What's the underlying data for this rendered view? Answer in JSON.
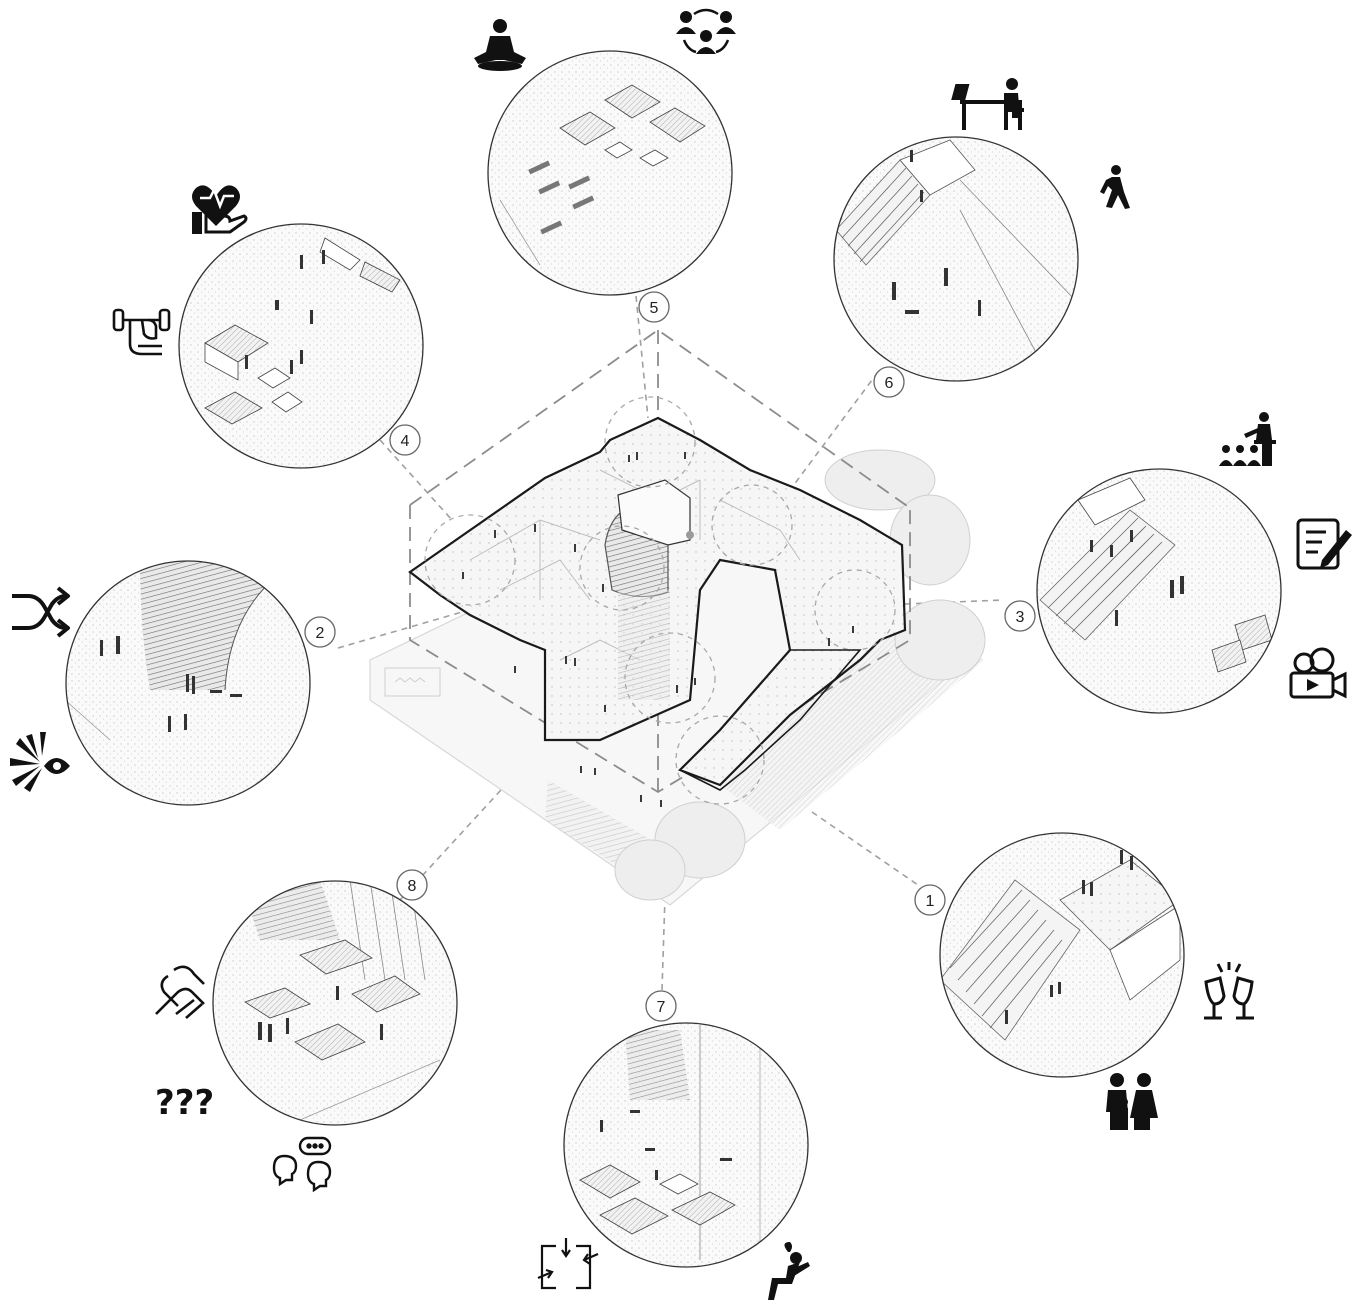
{
  "diagram": {
    "central_plan_label": "",
    "nodes": [
      {
        "id": "1",
        "label": "1",
        "icons": [
          "toast-icon",
          "family-icon"
        ]
      },
      {
        "id": "2",
        "label": "2",
        "icons": [
          "shuffle-icon",
          "look-icon"
        ]
      },
      {
        "id": "3",
        "label": "3",
        "icons": [
          "presentation-icon",
          "write-icon",
          "video-icon"
        ]
      },
      {
        "id": "4",
        "label": "4",
        "icons": [
          "health-care-icon",
          "fitness-icon"
        ]
      },
      {
        "id": "5",
        "label": "5",
        "icons": [
          "meditation-icon",
          "community-icon"
        ]
      },
      {
        "id": "6",
        "label": "6",
        "icons": [
          "desk-work-icon",
          "walking-icon"
        ]
      },
      {
        "id": "7",
        "label": "7",
        "icons": [
          "flow-icon",
          "relax-icon"
        ]
      },
      {
        "id": "8",
        "label": "8",
        "icons": [
          "handshake-icon",
          "questions-icon",
          "conversation-icon"
        ]
      }
    ],
    "questions_text": "???",
    "line_color": "#9a9a9a",
    "outline_color": "#1a1a1a",
    "icon_color": "#111111"
  }
}
